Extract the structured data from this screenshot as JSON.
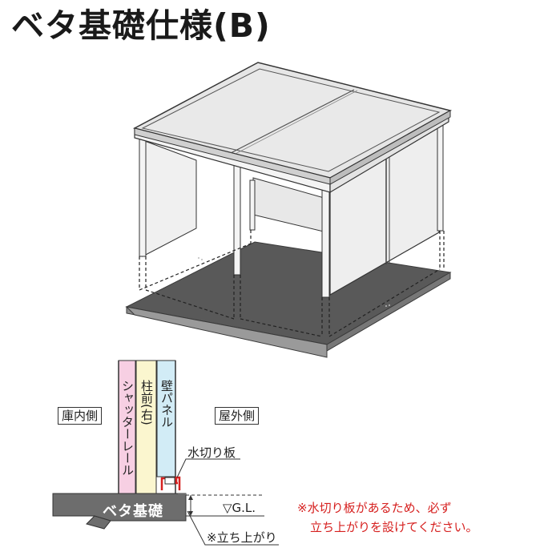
{
  "title": "ベタ基礎仕様(B)",
  "labels": {
    "interior": "庫内側",
    "exterior": "屋外側",
    "shutter_rail": "シャッターレール",
    "pillar_front": "柱前(右)",
    "wall_panel": "壁パネル",
    "flashing": "水切り板",
    "slab": "ベタ基礎",
    "ground_level": "▽G.L.",
    "upstand": "※立ち上がり"
  },
  "note": {
    "line1": "※水切り板があるため、必ず",
    "line2": "立ち上がりを設けてください。"
  },
  "colors": {
    "shutter_rail": "#f7cfe3",
    "pillar": "#fbf6cf",
    "wall_panel": "#d2ecf6",
    "slab": "#6d6d6d",
    "flashing": "#d6201f",
    "note": "#d6201f",
    "roof": "#e6e6e6",
    "wall": "#efefef",
    "floor": "#5c5c5c"
  }
}
